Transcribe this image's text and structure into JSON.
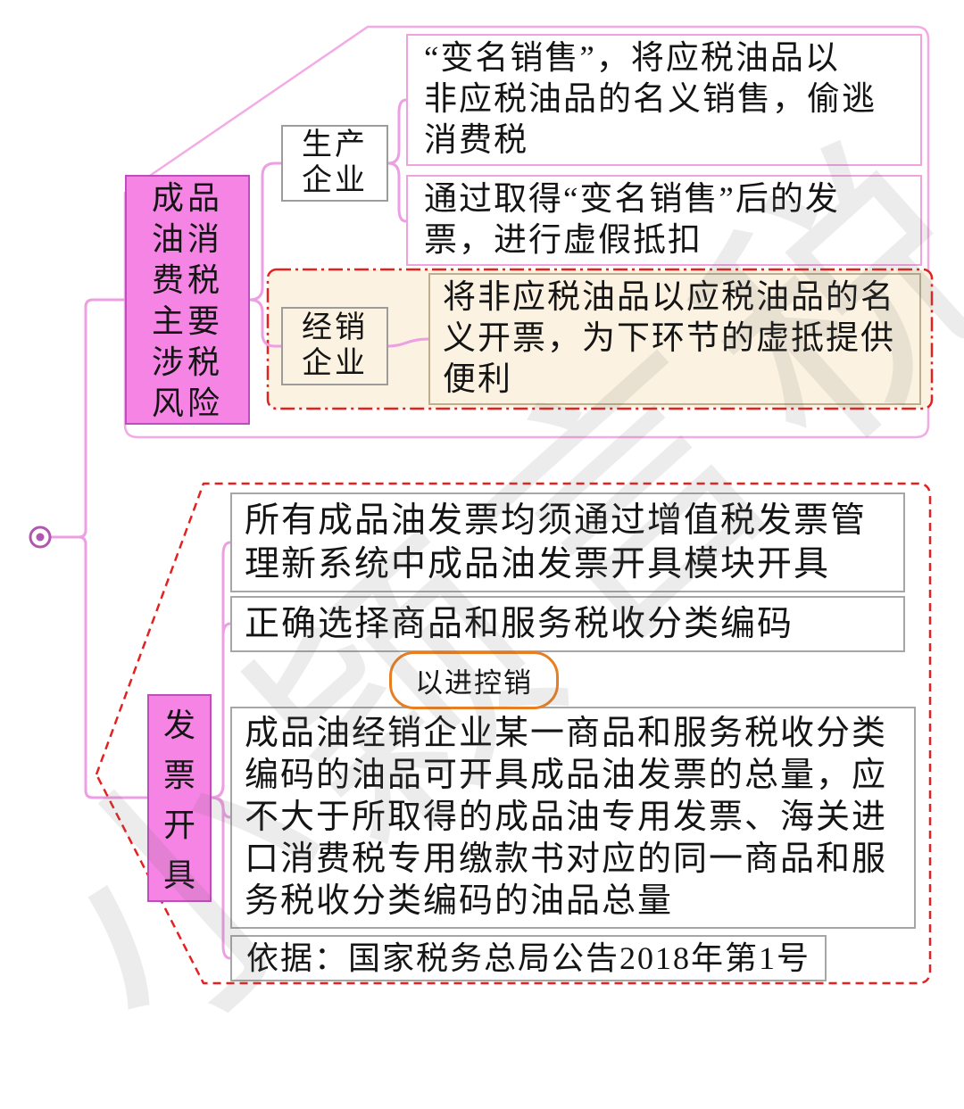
{
  "watermark": "小颖言税",
  "colors": {
    "node_fill": "#F584E4",
    "node_border": "#BC4FBC",
    "branch_line": "#EC9FE2",
    "leaf_border_pink": "#F0A2DE",
    "boundary_red": "#E32121",
    "highlight_fill": "#FBF2E1",
    "callout_orange": "#E87E22"
  },
  "branch_risk": {
    "title": "成品\n油消\n费税\n主要\n涉税\n风险",
    "producer": {
      "label": "生产\n企业",
      "leaf1": "“变名销售”，将应税油品以\n非应税油品的名义销售，偷逃\n消费税",
      "leaf2": "通过取得“变名销售”后的发\n票，进行虚假抵扣"
    },
    "distributor": {
      "label": "经销\n企业",
      "leaf": "将非应税油品以应税油品的名\n义开票，为下环节的虚抵提供\n便利"
    }
  },
  "branch_invoice": {
    "title": "发\n票\n开\n具",
    "leaf_system": "所有成品油发票均须通过增值税发票管\n理新系统中成品油发票开具模块开具",
    "leaf_code": "正确选择商品和服务税收分类编码",
    "callout": "以进控销",
    "leaf_quota": "成品油经销企业某一商品和服务税收分类\n编码的油品可开具成品油发票的总量，应\n不大于所取得的成品油专用发票、海关进\n口消费税专用缴款书对应的同一商品和服\n务税收分类编码的油品总量",
    "leaf_basis": "依据：国家税务总局公告2018年第1号"
  }
}
